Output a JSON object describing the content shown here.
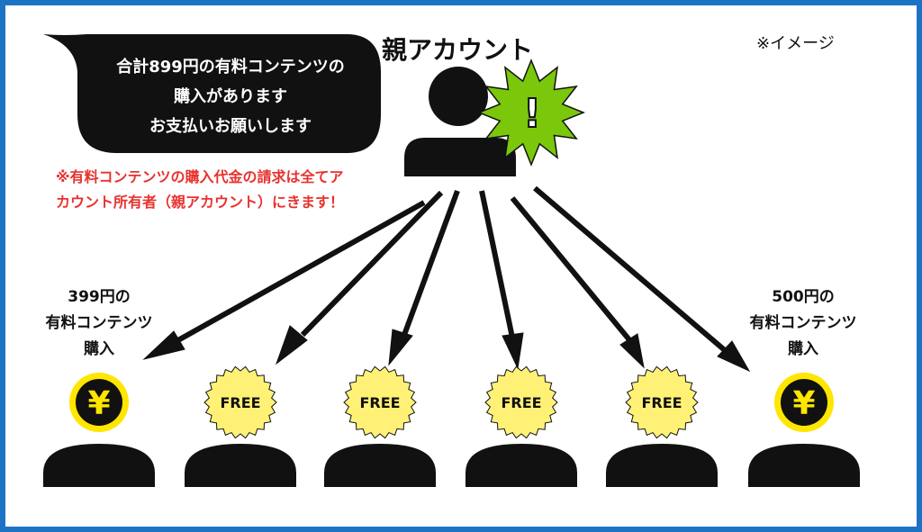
{
  "colors": {
    "frame": "#1c73c4",
    "black": "#111111",
    "alert_green": "#7ac70c",
    "coin_yellow": "#ffe600",
    "free_yellow": "#fff176",
    "note_red": "#e8322e"
  },
  "image_note": "※イメージ",
  "parent": {
    "label": "親アカウント",
    "alert_symbol": "!"
  },
  "speech_bubble": {
    "lines": [
      "合計899円の有料コンテンツの",
      "購入があります",
      "お支払いお願いします"
    ]
  },
  "warning": {
    "lines": [
      "※有料コンテンツの購入代金の請求は全てア",
      "カウント所有者（親アカウント）にきます！"
    ]
  },
  "children": [
    {
      "badge": "yen",
      "badge_text": "¥",
      "caption": [
        "399円の",
        "有料コンテンツ",
        "購入"
      ]
    },
    {
      "badge": "free",
      "badge_text": "FREE"
    },
    {
      "badge": "free",
      "badge_text": "FREE"
    },
    {
      "badge": "free",
      "badge_text": "FREE"
    },
    {
      "badge": "free",
      "badge_text": "FREE"
    },
    {
      "badge": "yen",
      "badge_text": "¥",
      "caption": [
        "500円の",
        "有料コンテンツ",
        "購入"
      ]
    }
  ]
}
